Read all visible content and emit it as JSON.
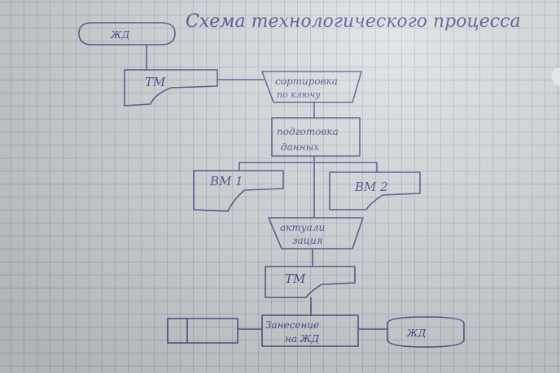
{
  "title": "Схема технологического процесса",
  "nodes": {
    "start": "ЖД",
    "tm_top": "ТМ",
    "sort_l1": "сортировка",
    "sort_l2": "по ключу",
    "prep_l1": "подготовка",
    "prep_l2": "данных",
    "vm1": "ВМ 1",
    "vm2": "ВМ 2",
    "upd_l1": "актуали",
    "upd_l2": "зация",
    "tm_bottom": "ТМ",
    "rec_l1": "Занесение",
    "rec_l2": "на ЖД",
    "end": "ЖД"
  }
}
